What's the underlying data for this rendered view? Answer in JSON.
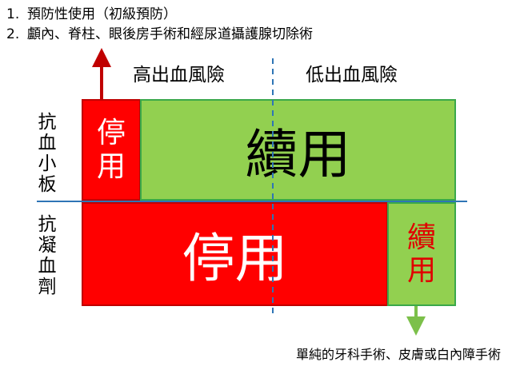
{
  "list": [
    {
      "num": "1.",
      "text": "預防性使用（初級預防）"
    },
    {
      "num": "2.",
      "text": "顱內、脊柱、眼後房手術和經尿道攝護腺切除術"
    }
  ],
  "headers": {
    "high": "高出血風險",
    "low": "低出血風險"
  },
  "rows": {
    "antiplatelet": [
      "抗",
      "血",
      "小",
      "板"
    ],
    "anticoagulant": [
      "抗",
      "凝",
      "血",
      "劑"
    ]
  },
  "cells": {
    "ap_high": [
      "停",
      "用"
    ],
    "ap_low": "續用",
    "ac_high": "停用",
    "ac_low": [
      "續",
      "用"
    ]
  },
  "bottom_note": "單純的牙科手術、皮膚或白內障手術",
  "colors": {
    "red": "#ff0000",
    "green": "#92d050",
    "arrow_red": "#c00000",
    "arrow_green": "#7cc04a",
    "divider": "#2e75b6"
  }
}
